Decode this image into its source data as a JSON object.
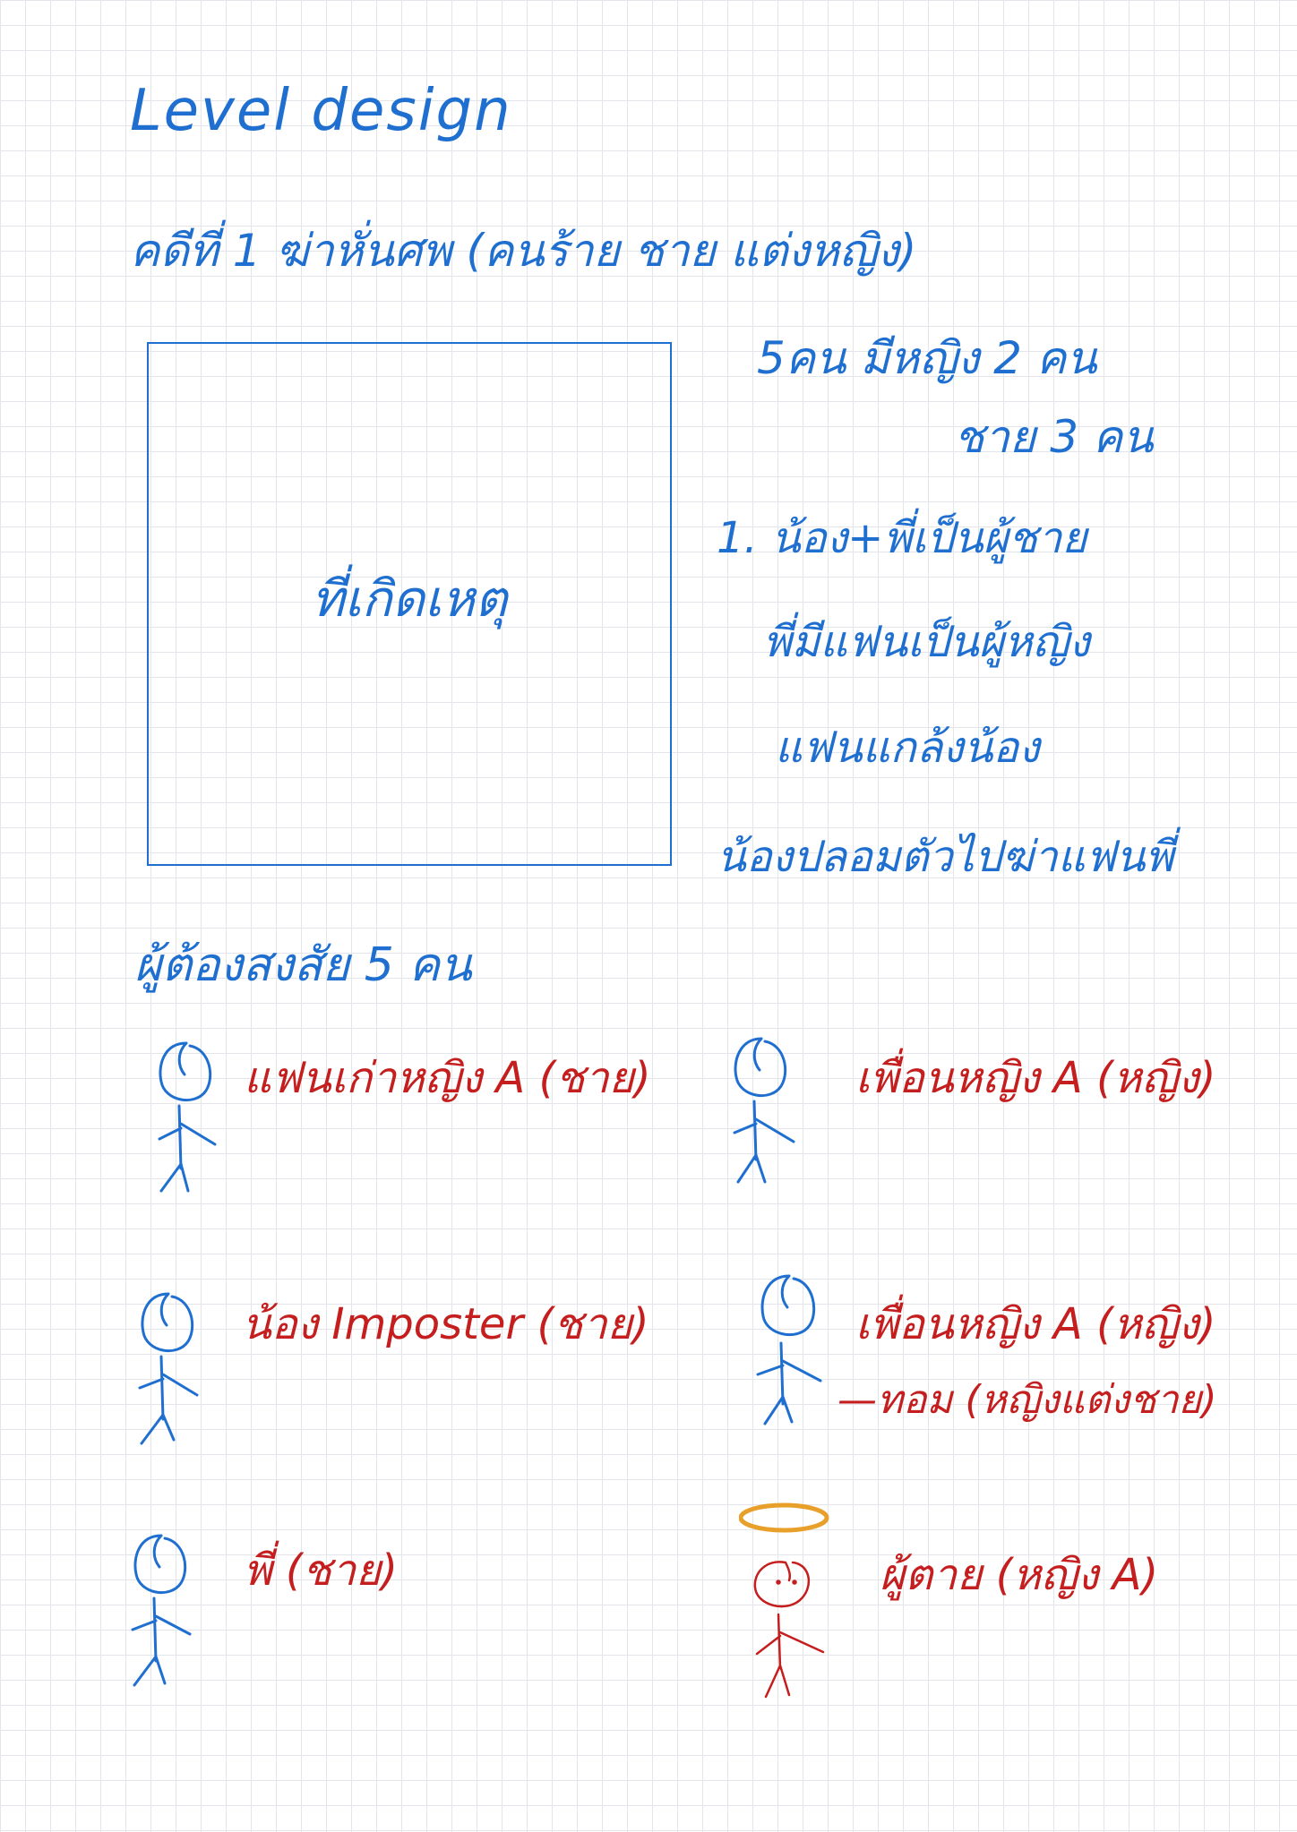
{
  "title": "Level design",
  "case_title": "คดีที่ 1 ฆ่าหั่นศพ (คนร้าย ชาย แต่งหญิง)",
  "scene": {
    "label": "ที่เกิดเหตุ"
  },
  "notes": {
    "count_line": "5คน มีหญิง 2 คน",
    "male_line": "ชาย 3 คน"
  },
  "story": [
    "1. น้อง+พี่เป็นผู้ชาย",
    "พี่มีแฟนเป็นผู้หญิง",
    "แฟนแกล้งน้อง",
    "น้องปลอมตัวไปฆ่าแฟนพี่"
  ],
  "suspects_heading": "ผู้ต้องสงสัย 5 คน",
  "characters": {
    "ex_boyfriend": "แฟนเก่าหญิง A (ชาย)",
    "friend_1": "เพื่อนหญิง A (หญิง)",
    "brother_imposter": "น้อง Imposter (ชาย)",
    "friend_2": "เพื่อนหญิง A (หญิง)",
    "friend_2_note": "—ทอม (หญิงแต่งชาย)",
    "elder_brother": "พี่ (ชาย)",
    "victim": "ผู้ตาย (หญิง A)"
  },
  "colors": {
    "ink_blue": "#1f6fd1",
    "ink_red": "#c51e1e",
    "halo_orange": "#e8a02a",
    "grid": "#e3e5ea"
  }
}
